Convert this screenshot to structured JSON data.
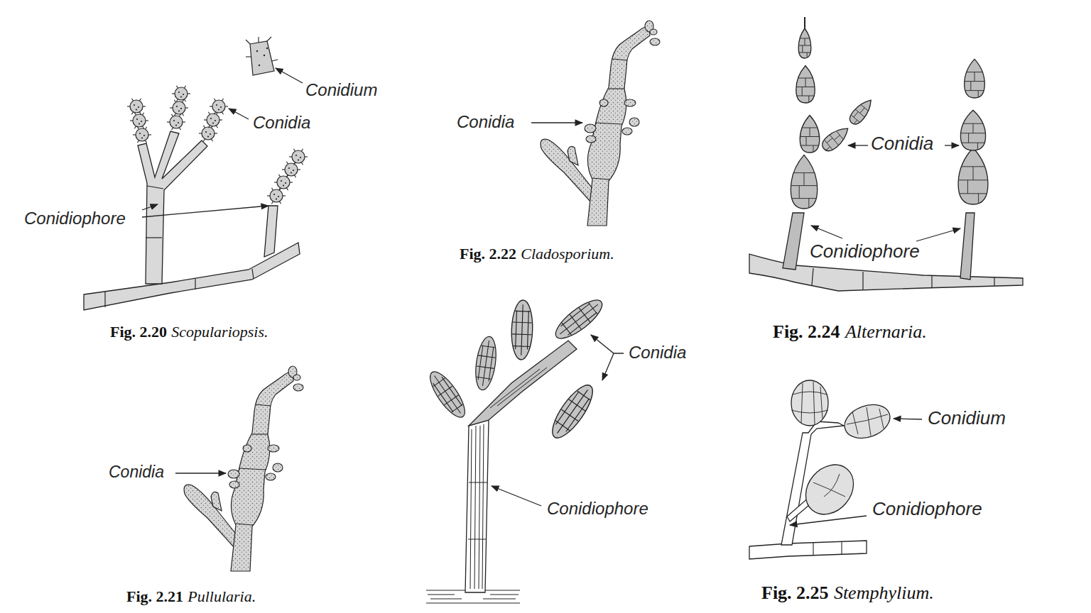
{
  "diagram": {
    "labels": [
      "Conidium",
      "Conidia",
      "Conidiophore",
      "Fig. 2.20",
      "Scopulariopsis.",
      "Conidia",
      "Fig. 2.22",
      "Cladosporium.",
      "Conidia",
      "Conidiophore",
      "Fig. 2.24",
      "Alternaria.",
      "Conidia",
      "Fig. 2.21",
      "Pullularia.",
      "Conidia",
      "Conidiophore",
      "Conidium",
      "Conidiophore",
      "Fig. 2.25",
      "Stemphylium."
    ]
  }
}
